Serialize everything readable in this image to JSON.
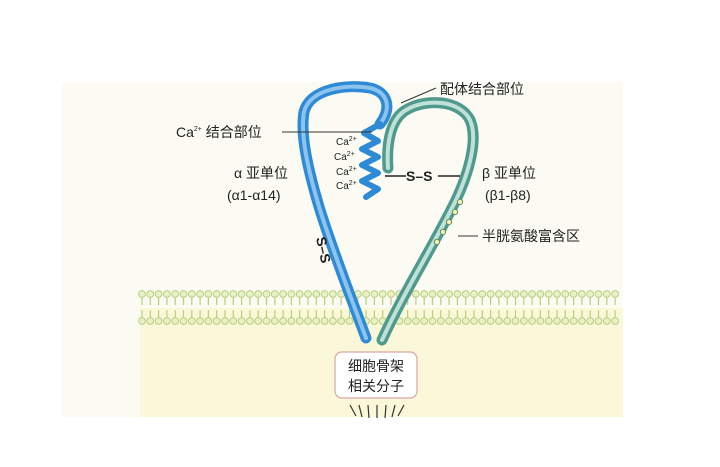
{
  "colors": {
    "alpha_outer": "#2f8ad6",
    "alpha_inner": "#8cc4ee",
    "beta_outer": "#4f9a8c",
    "beta_inner": "#bfe1d8",
    "membrane": "#b8cf7e",
    "cytoplasm": "#fbf8da",
    "ligand_box": "#d8a6a6"
  },
  "labels": {
    "ligand_site": "配体结合部位",
    "ca_site_base": "Ca",
    "ca_site_sup": "2+",
    "ca_site_rest": " 结合部位",
    "alpha_name": "α 亚单位",
    "alpha_range": "(α1-α14)",
    "beta_name": "β 亚单位",
    "beta_range": "(β1-β8)",
    "cys_region": "半胱氨酸富含区",
    "ss_interchain": "S–S",
    "ss_alpha": "S–S",
    "cytoskeleton_line1": "细胞骨架",
    "cytoskeleton_line2": "相关分子"
  },
  "ca_ions": [
    {
      "base": "Ca",
      "sup": "2+"
    },
    {
      "base": "Ca",
      "sup": "2+"
    },
    {
      "base": "Ca",
      "sup": "2+"
    },
    {
      "base": "Ca",
      "sup": "2+"
    }
  ]
}
